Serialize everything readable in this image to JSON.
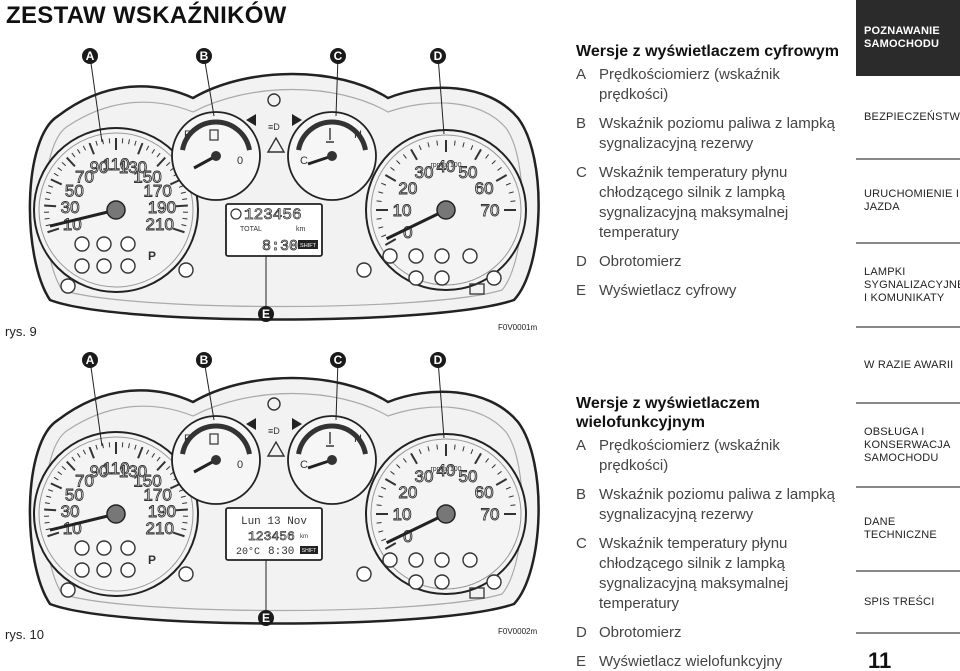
{
  "page_title": "ZESTAW WSKAŹNIKÓW",
  "figures": [
    {
      "caption": "rys. 9",
      "code": "F0V0001m",
      "callouts": [
        "A",
        "B",
        "C",
        "D",
        "E"
      ],
      "display": {
        "total": "TOTAL",
        "odometer": "123456",
        "unit": "km",
        "time": "8:30",
        "shift": "SHIFT"
      }
    },
    {
      "caption": "rys. 10",
      "code": "F0V0002m",
      "callouts": [
        "A",
        "B",
        "C",
        "D",
        "E"
      ],
      "display": {
        "date": "Lun 13 Nov",
        "odometer": "123456",
        "unit": "km",
        "temp": "20°C",
        "time": "8:30",
        "shift": "SHIFT"
      }
    }
  ],
  "gauges": {
    "speedo_labels": [
      "10",
      "30",
      "50",
      "70",
      "90",
      "110",
      "130",
      "150",
      "170",
      "190",
      "210"
    ],
    "tacho_labels": [
      "0",
      "10",
      "20",
      "30",
      "40",
      "50",
      "60",
      "70"
    ],
    "tacho_unit": "rpm x 100",
    "fuel_labels": [
      "F",
      "0"
    ],
    "temp_labels": [
      "H",
      "C"
    ]
  },
  "sections": [
    {
      "heading": "Wersje z wyświetlaczem cyfrowym",
      "items": [
        {
          "letter": "A",
          "text": "Prędkościomierz (wskaźnik prędkości)"
        },
        {
          "letter": "B",
          "text": "Wskaźnik poziomu paliwa z lampką sygnalizacyjną rezerwy"
        },
        {
          "letter": "C",
          "text": "Wskaźnik temperatury płynu chłodzącego silnik z lampką sygnalizacyjną maksymalnej temperatury"
        },
        {
          "letter": "D",
          "text": "Obrotomierz"
        },
        {
          "letter": "E",
          "text": "Wyświetlacz cyfrowy"
        }
      ]
    },
    {
      "heading": "Wersje z wyświetlaczem wielofunkcyjnym",
      "items": [
        {
          "letter": "A",
          "text": "Prędkościomierz (wskaźnik prędkości)"
        },
        {
          "letter": "B",
          "text": "Wskaźnik poziomu paliwa z lampką sygnalizacyjną rezerwy"
        },
        {
          "letter": "C",
          "text": "Wskaźnik temperatury płynu chłodzącego silnik z lampką sygnalizacyjną maksymalnej temperatury"
        },
        {
          "letter": "D",
          "text": "Obrotomierz"
        },
        {
          "letter": "E",
          "text": "Wyświetlacz wielofunkcyjny"
        }
      ]
    }
  ],
  "sidebar": {
    "tabs": [
      {
        "label": "POZNAWANIE SAMOCHODU",
        "active": true
      },
      {
        "label": "BEZPIECZEŃSTWO",
        "active": false
      },
      {
        "label": "URUCHOMIENIE I JAZDA",
        "active": false
      },
      {
        "label": "LAMPKI SYGNALIZACYJNE I KOMUNIKATY",
        "active": false
      },
      {
        "label": "W RAZIE AWARII",
        "active": false
      },
      {
        "label": "OBSŁUGA I KONSERWACJA SAMOCHODU",
        "active": false
      },
      {
        "label": "DANE TECHNICZNE",
        "active": false
      },
      {
        "label": "SPIS TREŚCI",
        "active": false
      }
    ]
  },
  "page_number": "11"
}
